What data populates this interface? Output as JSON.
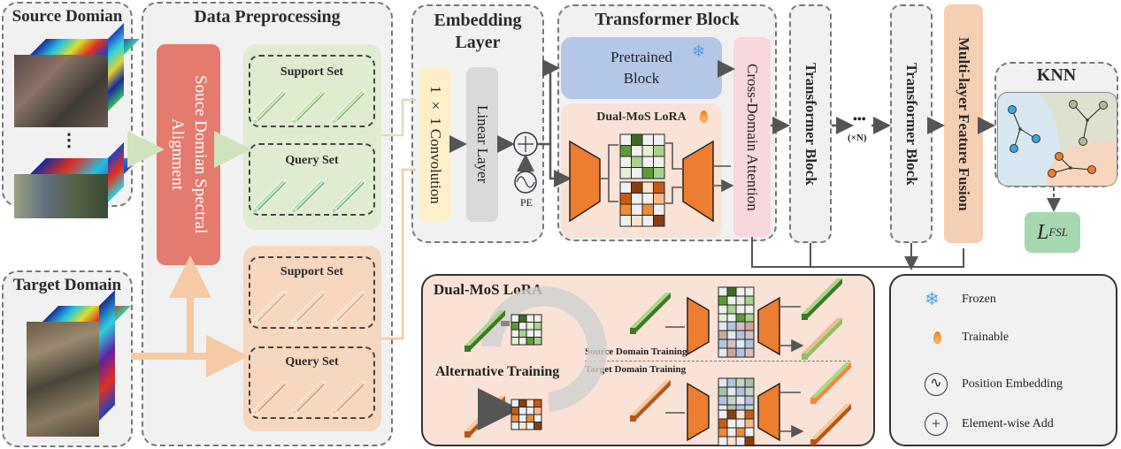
{
  "source_domain": {
    "title": "Source Domian",
    "ellipsis": "⋮"
  },
  "target_domain": {
    "title": "Target Domain"
  },
  "preprocessing": {
    "title": "Data Preprocessing",
    "alignment_label": "Souce Domian Spectral Alignment",
    "source_support": "Support Set",
    "source_query": "Query Set",
    "target_support": "Support Set",
    "target_query": "Query Set"
  },
  "embedding": {
    "title": "Embedding Layer",
    "conv_label": "1 × 1 Convolution",
    "linear_label": "Linear Layer",
    "pe_label": "PE"
  },
  "transformer": {
    "title": "Transformer Block",
    "pretrained_label": "Pretrained Block",
    "lora_label": "Dual-MoS LoRA",
    "attention_label": "Cross-Domain Attention"
  },
  "stack": {
    "block1_label": "Transformer Block",
    "repeat_label": "(×N)",
    "blockN_label": "Transformer Block",
    "fusion_label": "Multi-layer Feature Fusion"
  },
  "knn": {
    "title": "KNN",
    "loss_label": "L",
    "loss_sub": "FSL"
  },
  "lora_panel": {
    "title": "Dual-MoS LoRA",
    "alt_label": "Alternative Training",
    "source_label": "Source Domain Training",
    "target_label": "Target Domain Training"
  },
  "legend": {
    "items": [
      {
        "icon": "snowflake",
        "label": "Frozen"
      },
      {
        "icon": "flame",
        "label": "Trainable"
      },
      {
        "icon": "sine-circle",
        "label": "Position Embedding"
      },
      {
        "icon": "plus-circle",
        "label": "Element-wise Add"
      }
    ]
  },
  "colors": {
    "green_panel": "#dfeccf",
    "orange_panel": "#f7d7bd",
    "alignment": "#e57a6e",
    "conv": "#fdf0c8",
    "linear": "#d9d9d9",
    "pretrained": "#b4c7e7",
    "lora_bg": "#fae3d6",
    "attention": "#f8d7dd",
    "fusion": "#f5cfb1",
    "loss": "#a6d8b0",
    "orange": "#ed7d31"
  }
}
